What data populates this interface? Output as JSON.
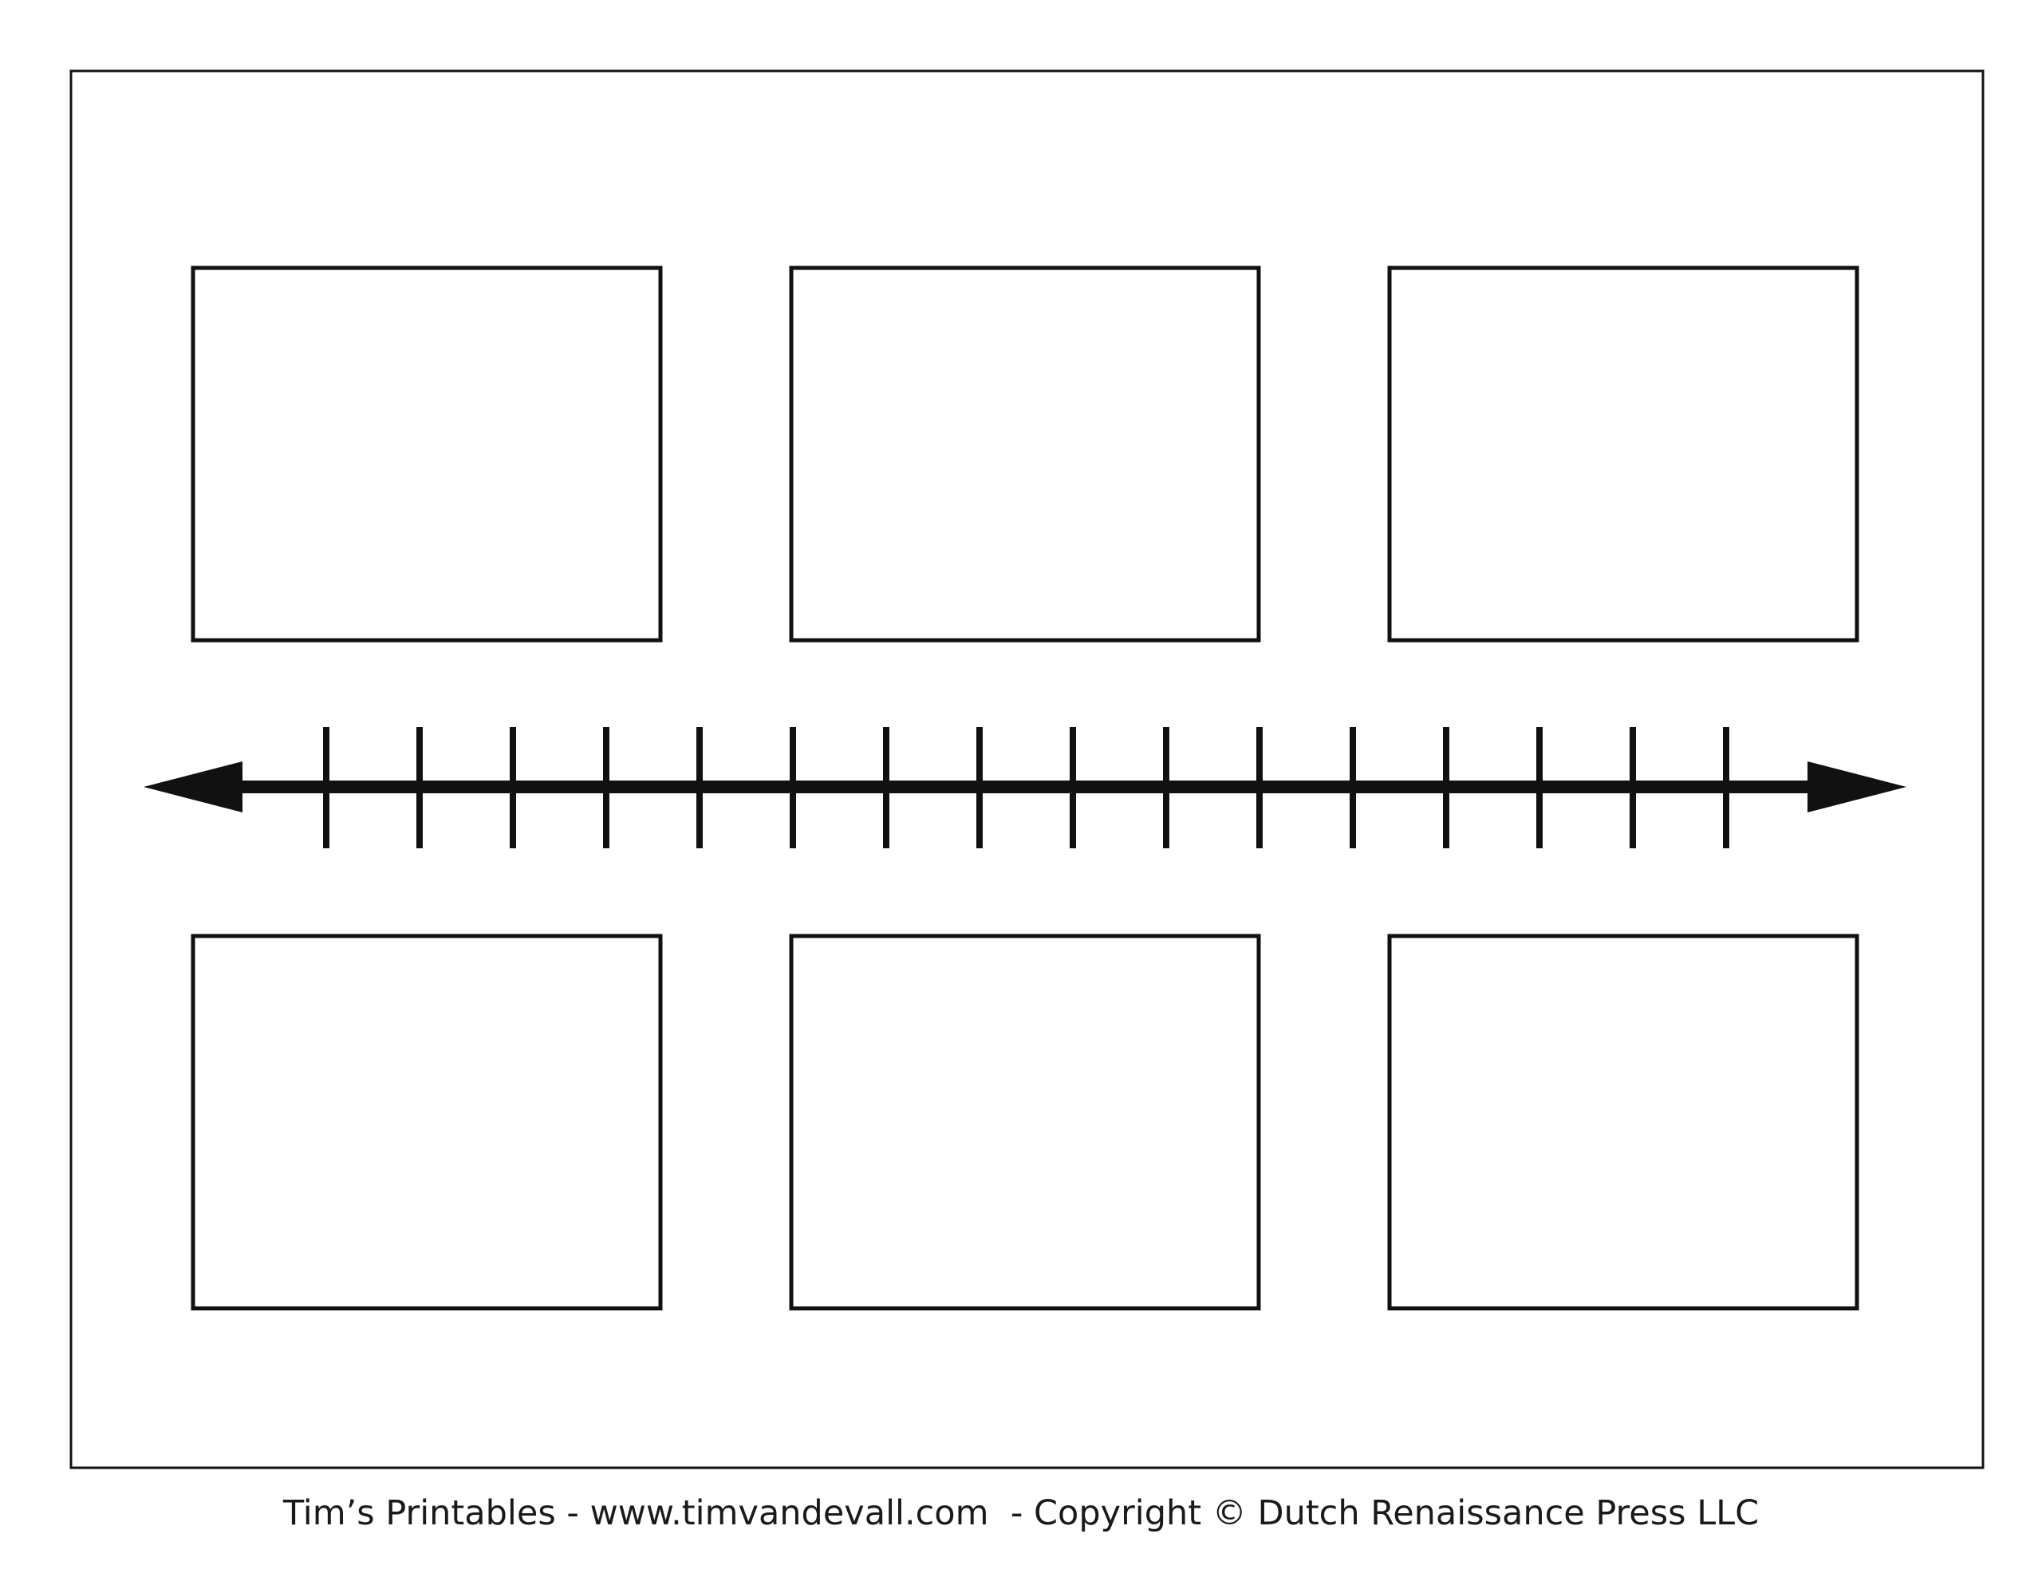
{
  "timeline": {
    "box_count_top": 3,
    "box_count_bottom": 3,
    "tick_count": 16,
    "line_color": "#111111",
    "box_stroke_color": "#111111"
  },
  "footer": {
    "text": "Tim’s Printables - www.timvandevall.com  - Copyright © Dutch Renaissance Press LLC"
  }
}
